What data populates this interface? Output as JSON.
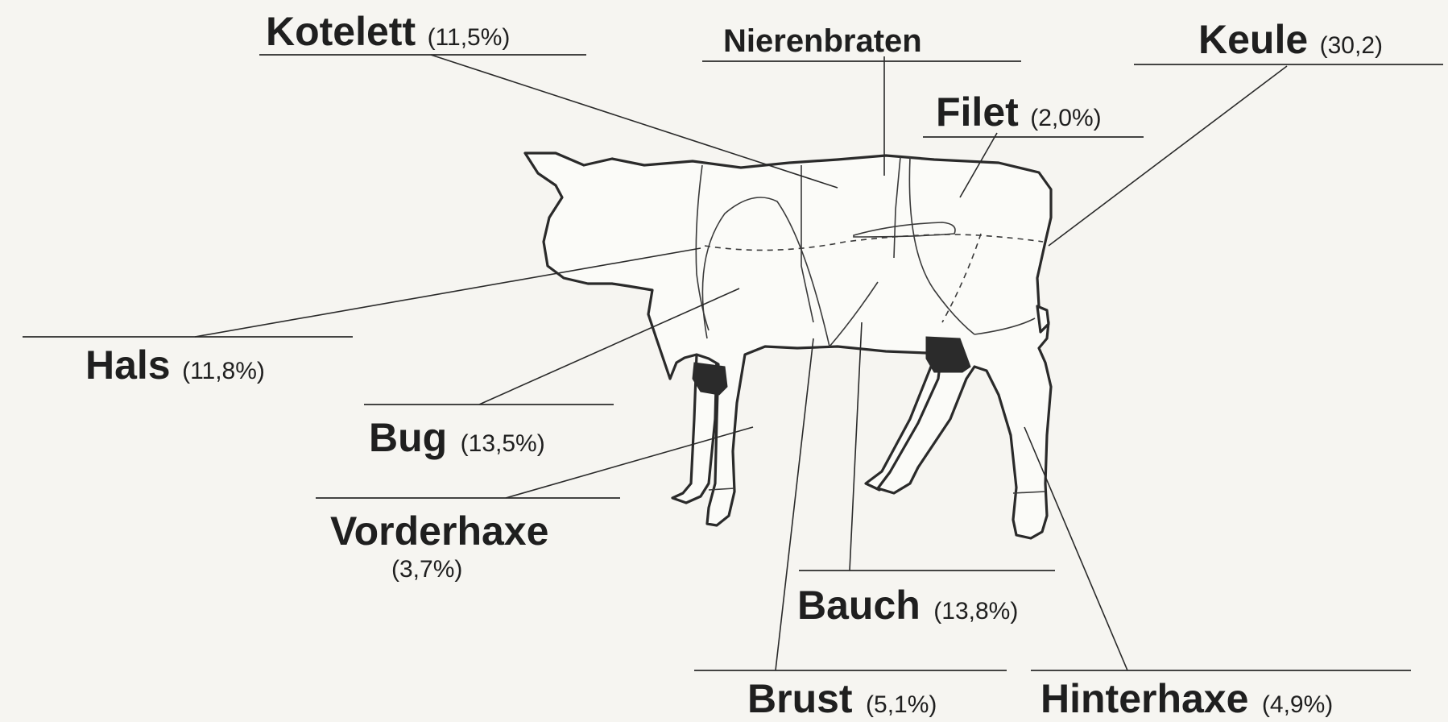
{
  "labels": {
    "kotelett": {
      "name": "Kotelett",
      "pct": "(11,5%)"
    },
    "nierenbraten": {
      "name": "Nierenbraten",
      "pct": ""
    },
    "keule": {
      "name": "Keule",
      "pct": "(30,2)"
    },
    "filet": {
      "name": "Filet",
      "pct": "(2,0%)"
    },
    "hals": {
      "name": "Hals",
      "pct": "(11,8%)"
    },
    "bug": {
      "name": "Bug",
      "pct": "(13,5%)"
    },
    "vorderhaxe": {
      "name": "Vorderhaxe",
      "pct": "(3,7%)"
    },
    "bauch": {
      "name": "Bauch",
      "pct": "(13,8%)"
    },
    "brust": {
      "name": "Brust",
      "pct": "(5,1%)"
    },
    "hinterhaxe": {
      "name": "Hinterhaxe",
      "pct": "(4,9%)"
    }
  },
  "colors": {
    "background": "#f6f5f1",
    "ink": "#1f1f1f"
  },
  "icons": {
    "animal": "calf-silhouette-icon"
  }
}
